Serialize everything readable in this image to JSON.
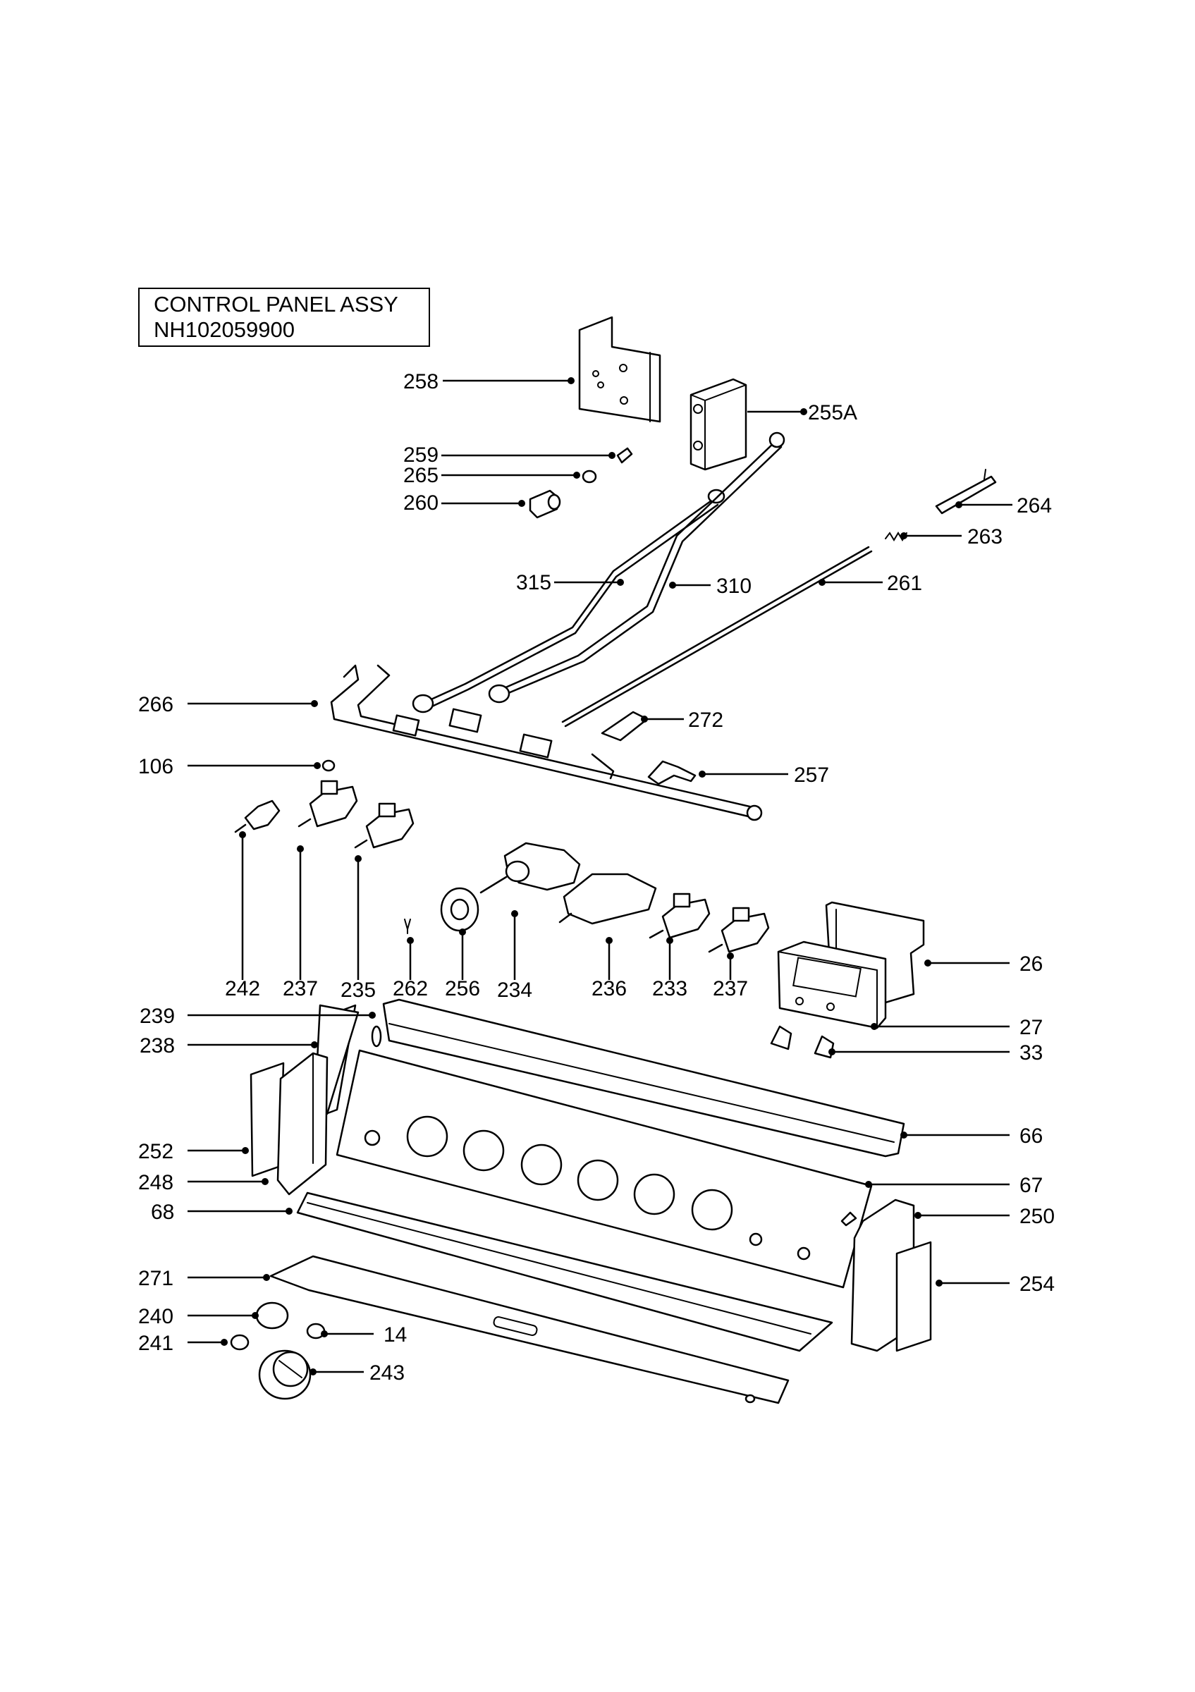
{
  "title": {
    "line1": "CONTROL PANEL ASSY",
    "line2": "NH102059900"
  },
  "callouts": [
    {
      "id": "c258",
      "label": "258"
    },
    {
      "id": "c255A",
      "label": "255A"
    },
    {
      "id": "c259",
      "label": "259"
    },
    {
      "id": "c265",
      "label": "265"
    },
    {
      "id": "c260",
      "label": "260"
    },
    {
      "id": "c264",
      "label": "264"
    },
    {
      "id": "c263",
      "label": "263"
    },
    {
      "id": "c315",
      "label": "315"
    },
    {
      "id": "c310",
      "label": "310"
    },
    {
      "id": "c261",
      "label": "261"
    },
    {
      "id": "c266",
      "label": "266"
    },
    {
      "id": "c272",
      "label": "272"
    },
    {
      "id": "c106",
      "label": "106"
    },
    {
      "id": "c257",
      "label": "257"
    },
    {
      "id": "c242",
      "label": "242"
    },
    {
      "id": "c237a",
      "label": "237"
    },
    {
      "id": "c235",
      "label": "235"
    },
    {
      "id": "c262",
      "label": "262"
    },
    {
      "id": "c256",
      "label": "256"
    },
    {
      "id": "c234",
      "label": "234"
    },
    {
      "id": "c236",
      "label": "236"
    },
    {
      "id": "c233",
      "label": "233"
    },
    {
      "id": "c237b",
      "label": "237"
    },
    {
      "id": "c26",
      "label": "26"
    },
    {
      "id": "c239",
      "label": "239"
    },
    {
      "id": "c238",
      "label": "238"
    },
    {
      "id": "c27",
      "label": "27"
    },
    {
      "id": "c33",
      "label": "33"
    },
    {
      "id": "c66",
      "label": "66"
    },
    {
      "id": "c252",
      "label": "252"
    },
    {
      "id": "c248",
      "label": "248"
    },
    {
      "id": "c67",
      "label": "67"
    },
    {
      "id": "c68",
      "label": "68"
    },
    {
      "id": "c250",
      "label": "250"
    },
    {
      "id": "c271",
      "label": "271"
    },
    {
      "id": "c254",
      "label": "254"
    },
    {
      "id": "c240",
      "label": "240"
    },
    {
      "id": "c14",
      "label": "14"
    },
    {
      "id": "c241",
      "label": "241"
    },
    {
      "id": "c243",
      "label": "243"
    }
  ]
}
